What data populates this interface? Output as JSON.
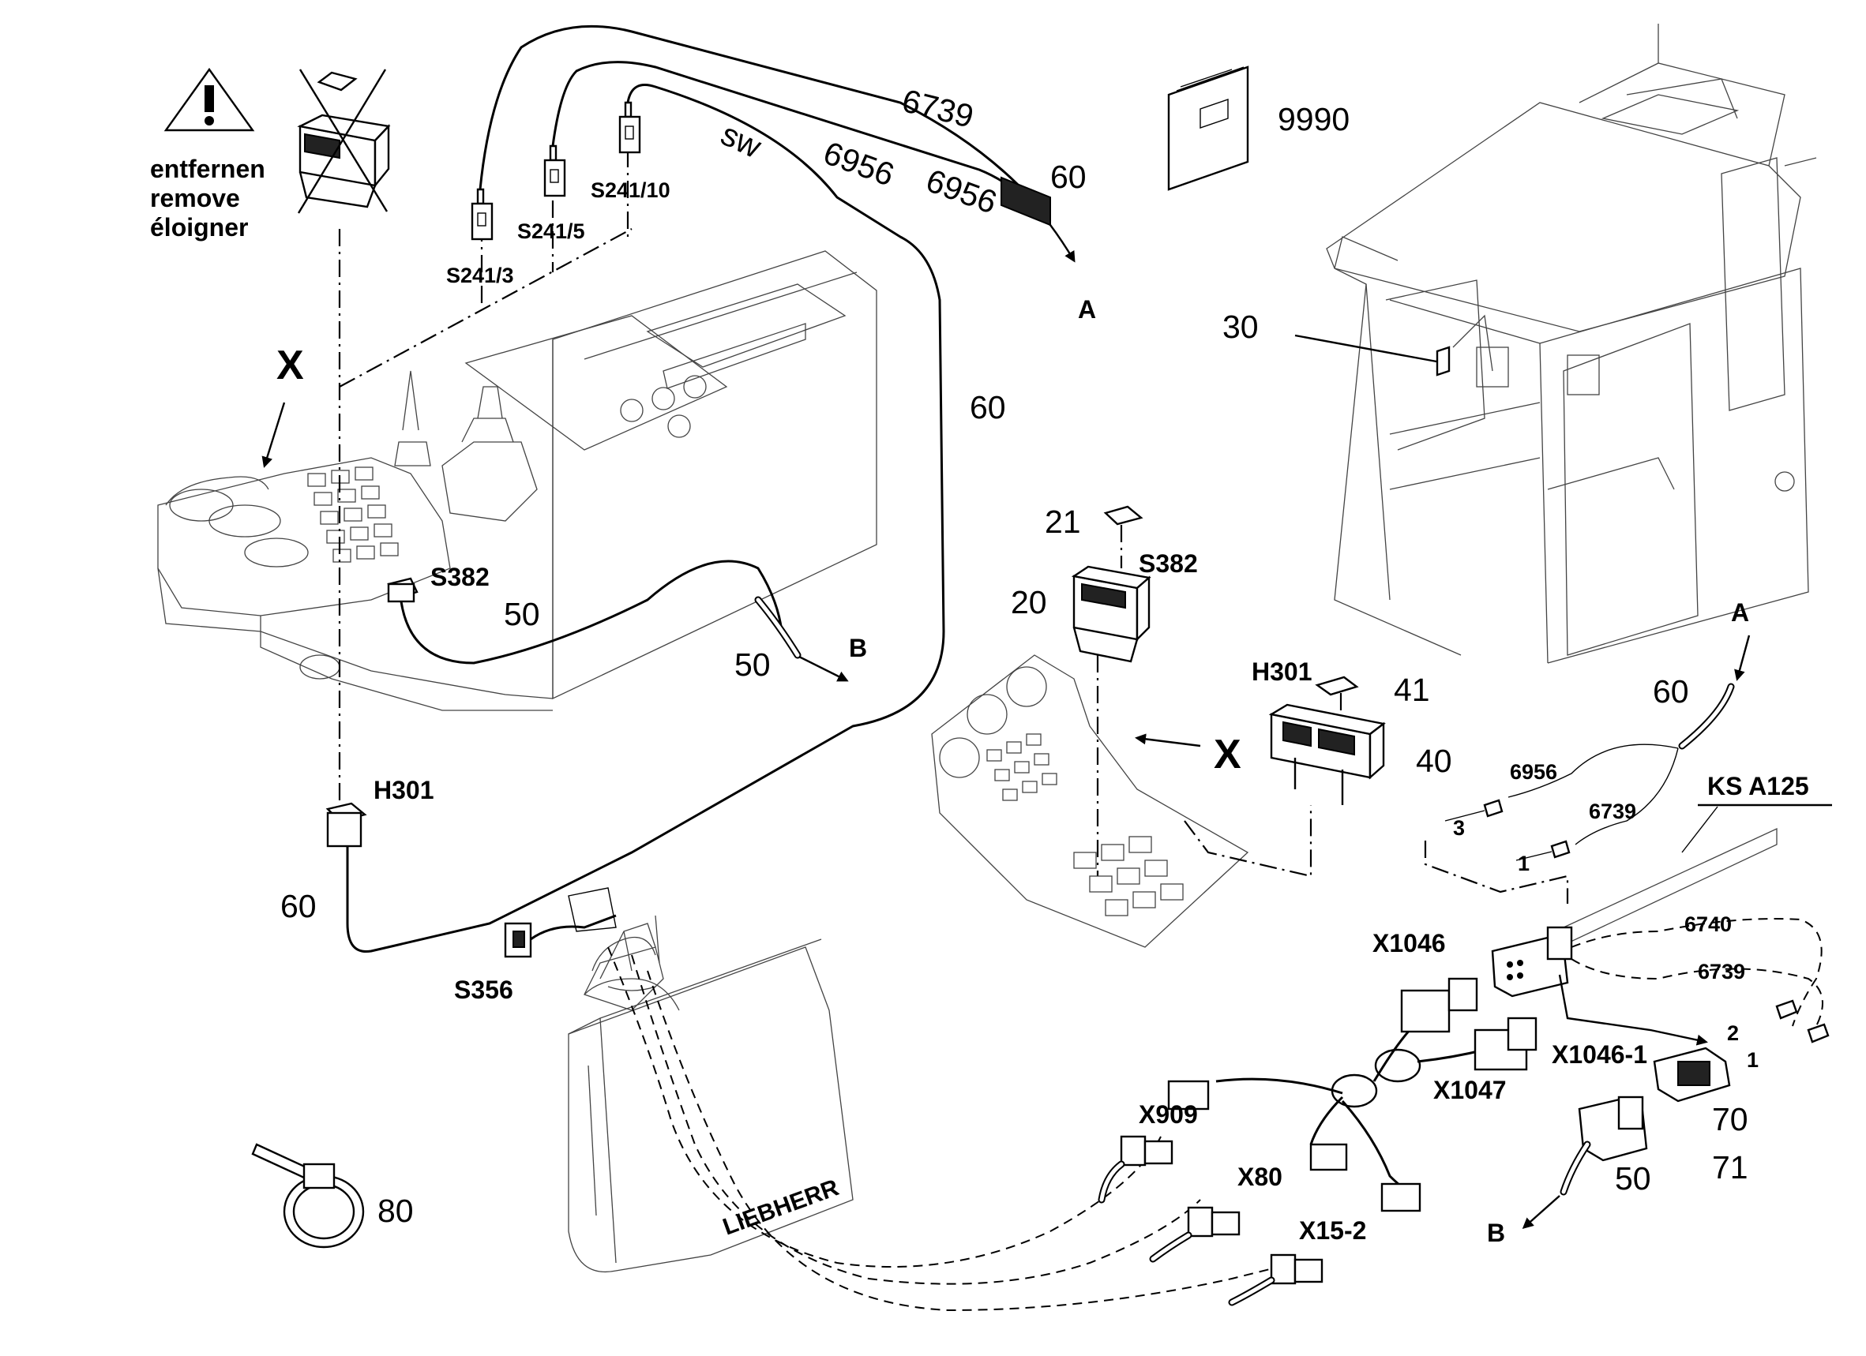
{
  "warning": {
    "remove_labels": [
      "entfernen",
      "remove",
      "éloigner"
    ]
  },
  "view_markers": {
    "x_left": "X",
    "x_right": "X"
  },
  "arrows": {
    "a_top": "A",
    "a_right": "A",
    "b_left": "B",
    "b_bottom": "B"
  },
  "wire_numbers": {
    "w6739_top": "6739",
    "w6956_mid": "6956",
    "w6956_top": "6956",
    "sw": "sw",
    "w6956_right": "6956",
    "w6739_right": "6739",
    "w6740": "6740",
    "w6739_lower": "6739"
  },
  "pins": {
    "p3": "3",
    "p1a": "1",
    "p2": "2",
    "p1b": "1"
  },
  "components": {
    "s241_3": "S241/3",
    "s241_5": "S241/5",
    "s241_10": "S241/10",
    "s382_left": "S382",
    "s382_right": "S382",
    "h301_left": "H301",
    "h301_right": "H301",
    "s356": "S356",
    "x1046": "X1046",
    "x1046_1": "X1046-1",
    "x1047": "X1047",
    "x909": "X909",
    "x80": "X80",
    "x15_2": "X15-2",
    "ks_a125": "KS A125"
  },
  "item_numbers": {
    "n9990": "9990",
    "n30": "30",
    "n60_top": "60",
    "n60_mid": "60",
    "n60_left": "60",
    "n60_right": "60",
    "n50_left": "50",
    "n50_mid": "50",
    "n50_bottom": "50",
    "n21": "21",
    "n20": "20",
    "n41": "41",
    "n40": "40",
    "n70": "70",
    "n71": "71",
    "n80": "80"
  }
}
